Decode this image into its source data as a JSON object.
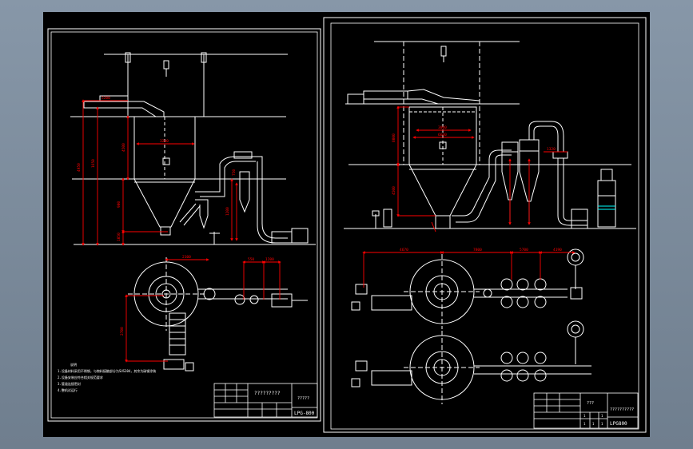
{
  "colors": {
    "background": "#000000",
    "line": "#ffffff",
    "dimension": "#ff0000",
    "accent": "#00ffff",
    "window": "#7d8c9c"
  },
  "sheet_left": {
    "notes_heading": "说明",
    "notes": [
      "1.设备材料采用不锈钢，与物料接触部分为SUS304，其余为碳钢涂装",
      "2.设备安装应符合相关规范要求",
      "3.管道连接密封",
      "4.整机试运行"
    ],
    "title_main": "?????????",
    "title_sub": "?????",
    "drawing_no": "LPG-800",
    "dims": {
      "d1": "5200",
      "d2": "4950",
      "d3": "1650",
      "d4": "4500",
      "d5": "3200",
      "d6": "900",
      "d7": "1050",
      "d8": "1200",
      "d9": "2100",
      "d10": "550",
      "d11": "1200",
      "d12": "2700",
      "d13": "750"
    }
  },
  "sheet_right": {
    "title_main": "??????????",
    "title_sub": "???",
    "drawing_no": "LPG800",
    "dims": {
      "r1": "8000",
      "r2": "4500",
      "r3": "3000",
      "r4": "6600",
      "r5": "4670",
      "r6": "7800",
      "r7": "5700",
      "r8": "4190",
      "r9": "1320"
    },
    "scale_cells": [
      "1",
      "1",
      "1",
      "1",
      "1"
    ]
  }
}
